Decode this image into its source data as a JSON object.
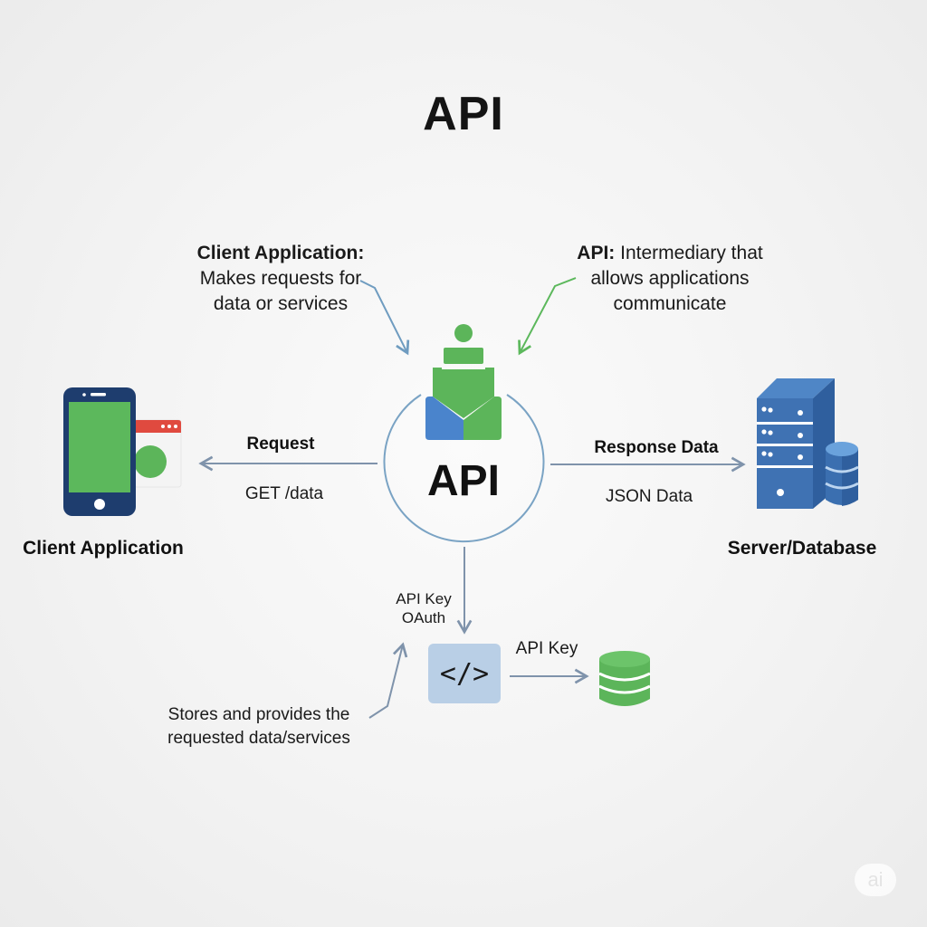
{
  "title": "API",
  "annotations": {
    "client": {
      "heading": "Client Application:",
      "line1": "Makes requests for",
      "line2": "data or services"
    },
    "api": {
      "heading": "API:",
      "line1_rest": " Intermediary that",
      "line2": "allows applications",
      "line3": "communicate"
    },
    "server": {
      "line1": "Stores and provides the",
      "line2": "requested data/services"
    }
  },
  "nodes": {
    "client": {
      "label": "Client Application",
      "icon": "smartphone-icon"
    },
    "api": {
      "label": "API",
      "icon": "api-gateway-icon"
    },
    "server": {
      "label": "Server/Database",
      "icon": "server-database-icon"
    },
    "code": {
      "label": "</>",
      "icon": "code-icon"
    },
    "db": {
      "icon": "database-icon"
    }
  },
  "edges": {
    "request": {
      "title": "Request",
      "detail": "GET /data",
      "direction": "API → Client Application"
    },
    "response": {
      "title": "Response Data",
      "detail": "JSON Data",
      "direction": "API → Server/Database"
    },
    "auth": {
      "line1": "API Key",
      "line2": "OAuth",
      "direction": "API → Code"
    },
    "key": {
      "label": "API Key",
      "direction": "Code → Database"
    }
  },
  "colors": {
    "blue_arrow": "#6f9cc0",
    "green_arrow": "#5cb85c",
    "green": "#5cb55a",
    "blue": "#4a7fc4",
    "navy": "#1e3d6e",
    "red": "#e04a3f",
    "server_blue": "#3f72b3",
    "code_box": "#b9cfe6"
  },
  "watermark": "ai"
}
